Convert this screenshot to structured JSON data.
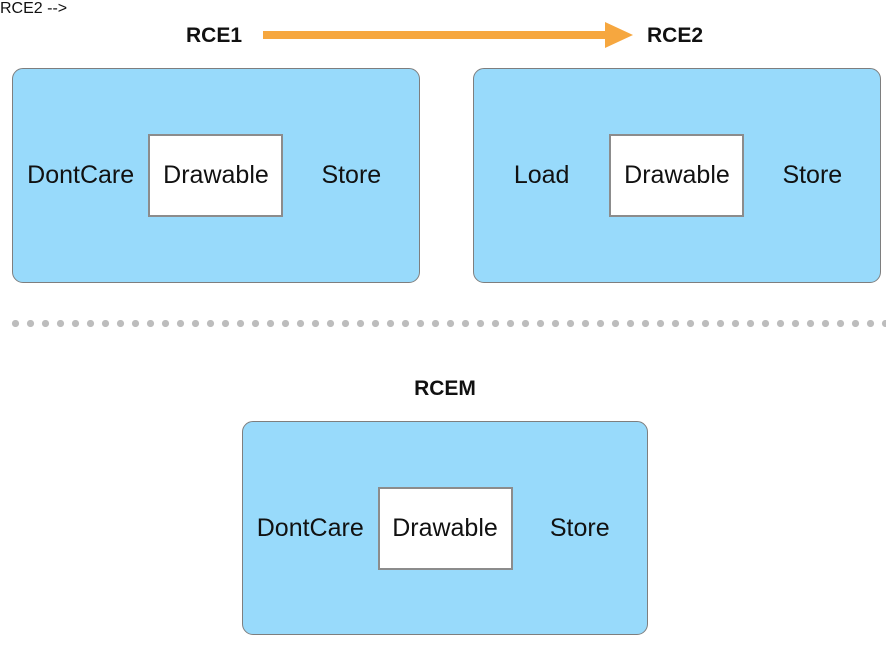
{
  "diagram": {
    "header": {
      "left_label": "RCE1",
      "right_label": "RCE2"
    },
    "boxes": [
      {
        "left_action": "DontCare",
        "attachment": "Drawable",
        "right_action": "Store"
      },
      {
        "left_action": "Load",
        "attachment": "Drawable",
        "right_action": "Store"
      },
      {
        "title": "RCEM",
        "left_action": "DontCare",
        "attachment": "Drawable",
        "right_action": "Store"
      }
    ],
    "colors": {
      "box_fill": "#98DAFB",
      "box_border": "#7E7E7E",
      "attachment_fill": "#FFFFFF",
      "attachment_border": "#8C8C8C",
      "arrow": "#F6A73F",
      "divider_dot": "#BDBDBD",
      "text": "#111111"
    }
  }
}
